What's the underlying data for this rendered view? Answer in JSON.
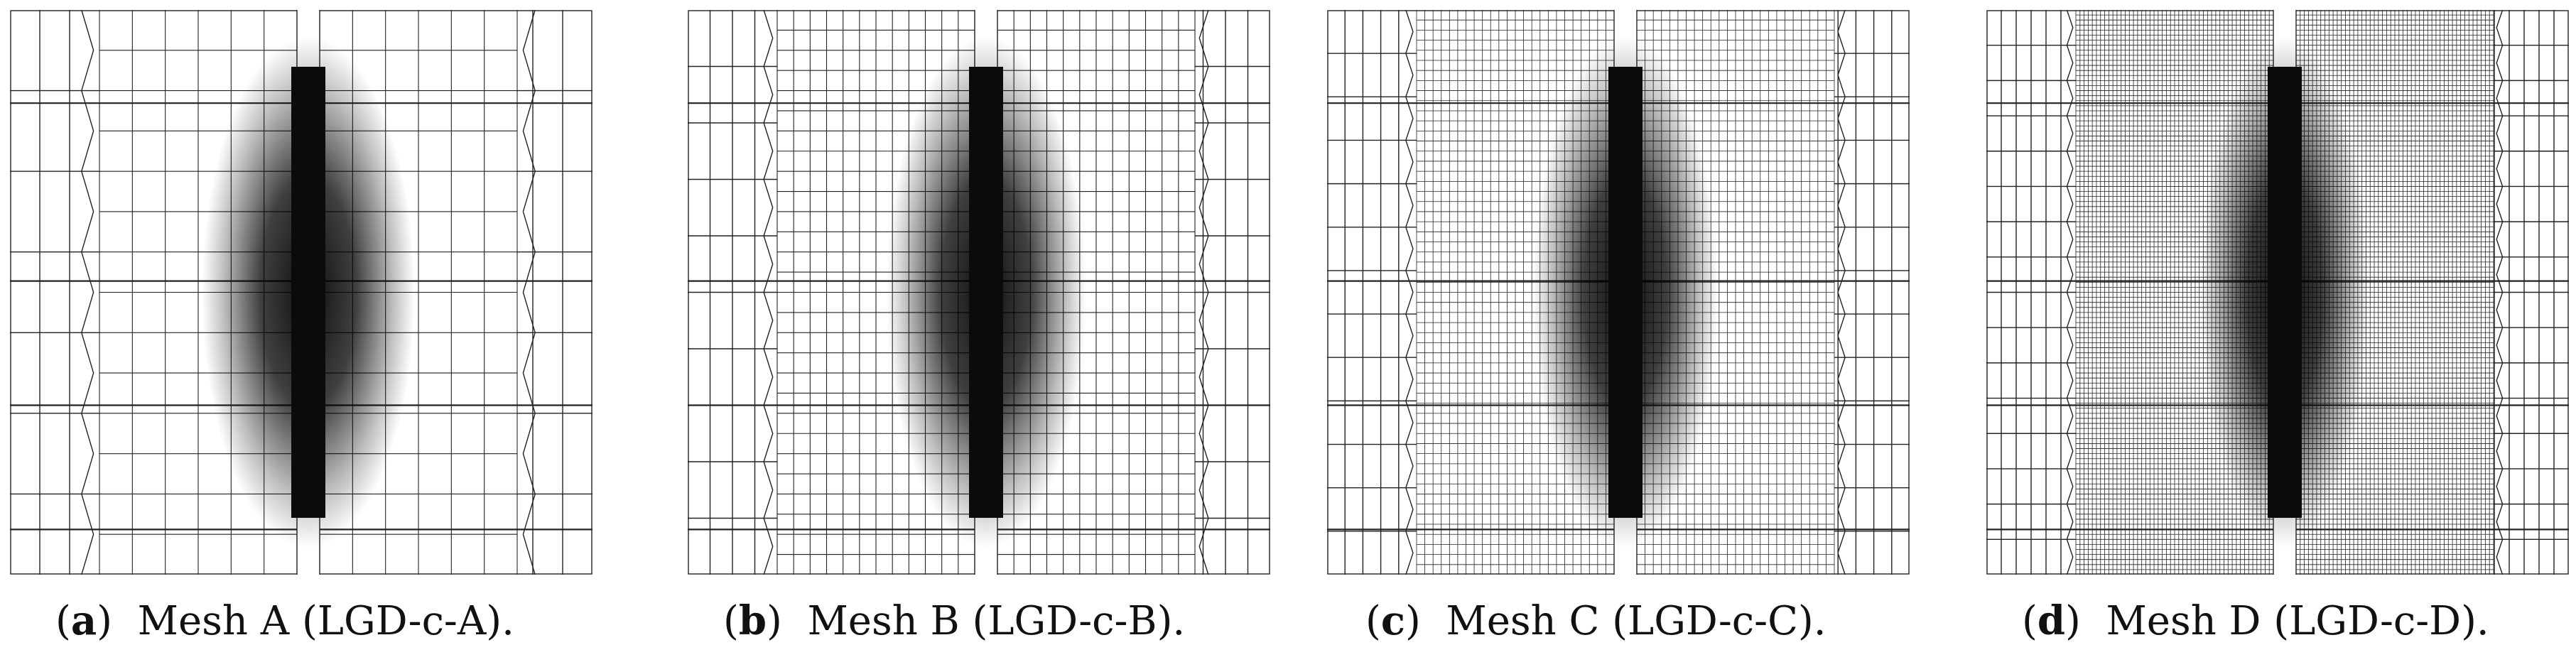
{
  "figure": {
    "panels": [
      {
        "id": "a",
        "letter": "a",
        "caption": "Mesh A (LGD-c-A).",
        "refine": 1
      },
      {
        "id": "b",
        "letter": "b",
        "caption": "Mesh B (LGD-c-B).",
        "refine": 2
      },
      {
        "id": "c",
        "letter": "c",
        "caption": "Mesh C (LGD-c-C).",
        "refine": 3
      },
      {
        "id": "d",
        "letter": "d",
        "caption": "Mesh D (LGD-c-D).",
        "refine": 4
      }
    ]
  }
}
